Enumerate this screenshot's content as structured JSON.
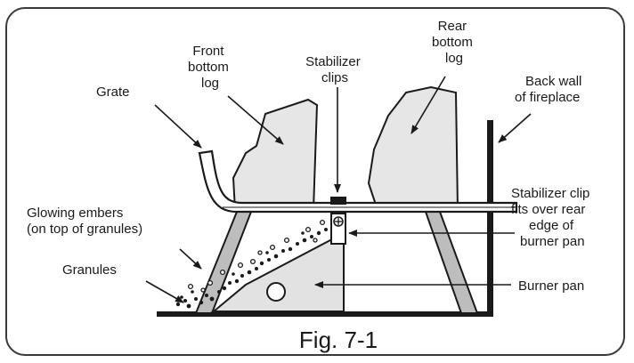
{
  "caption": "Fig. 7-1",
  "labels": {
    "grate": "Grate",
    "front_log": [
      "Front",
      "bottom",
      "log"
    ],
    "stabilizer_clips": [
      "Stabilizer",
      "clips"
    ],
    "rear_log": [
      "Rear",
      "bottom",
      "log"
    ],
    "back_wall": [
      "Back wall",
      "of fireplace"
    ],
    "glowing_embers": [
      "Glowing embers",
      "(on top of granules)"
    ],
    "granules": "Granules",
    "clip_note": [
      "Stabilizer clip",
      "fits over rear",
      "edge of",
      "burner pan"
    ],
    "burner_pan": "Burner pan"
  },
  "colors": {
    "line": "#1a1a1a",
    "log_fill": "#e6e6e6",
    "pan_fill": "#e2e2e2",
    "leg_fill": "#bdbdbd"
  }
}
